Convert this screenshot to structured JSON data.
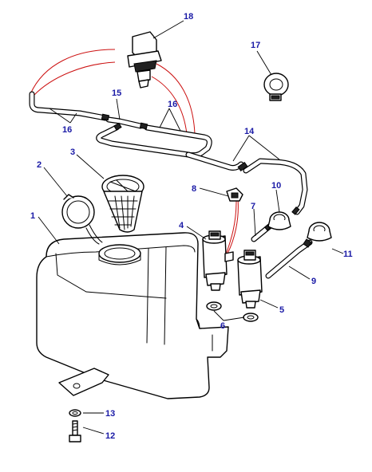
{
  "diagram": {
    "callouts": {
      "c1": "1",
      "c2": "2",
      "c3": "3",
      "c4": "4",
      "c5": "5",
      "c6": "6",
      "c7": "7",
      "c8": "8",
      "c9": "9",
      "c10": "10",
      "c11": "11",
      "c12": "12",
      "c13": "13",
      "c14": "14",
      "c15": "15",
      "c16a": "16",
      "c16b": "16",
      "c17": "17",
      "c18": "18"
    },
    "colors": {
      "callout_text": "#1a1aa6",
      "highlight_lines": "#cc1111",
      "line_art": "#000000",
      "background": "#ffffff"
    }
  }
}
